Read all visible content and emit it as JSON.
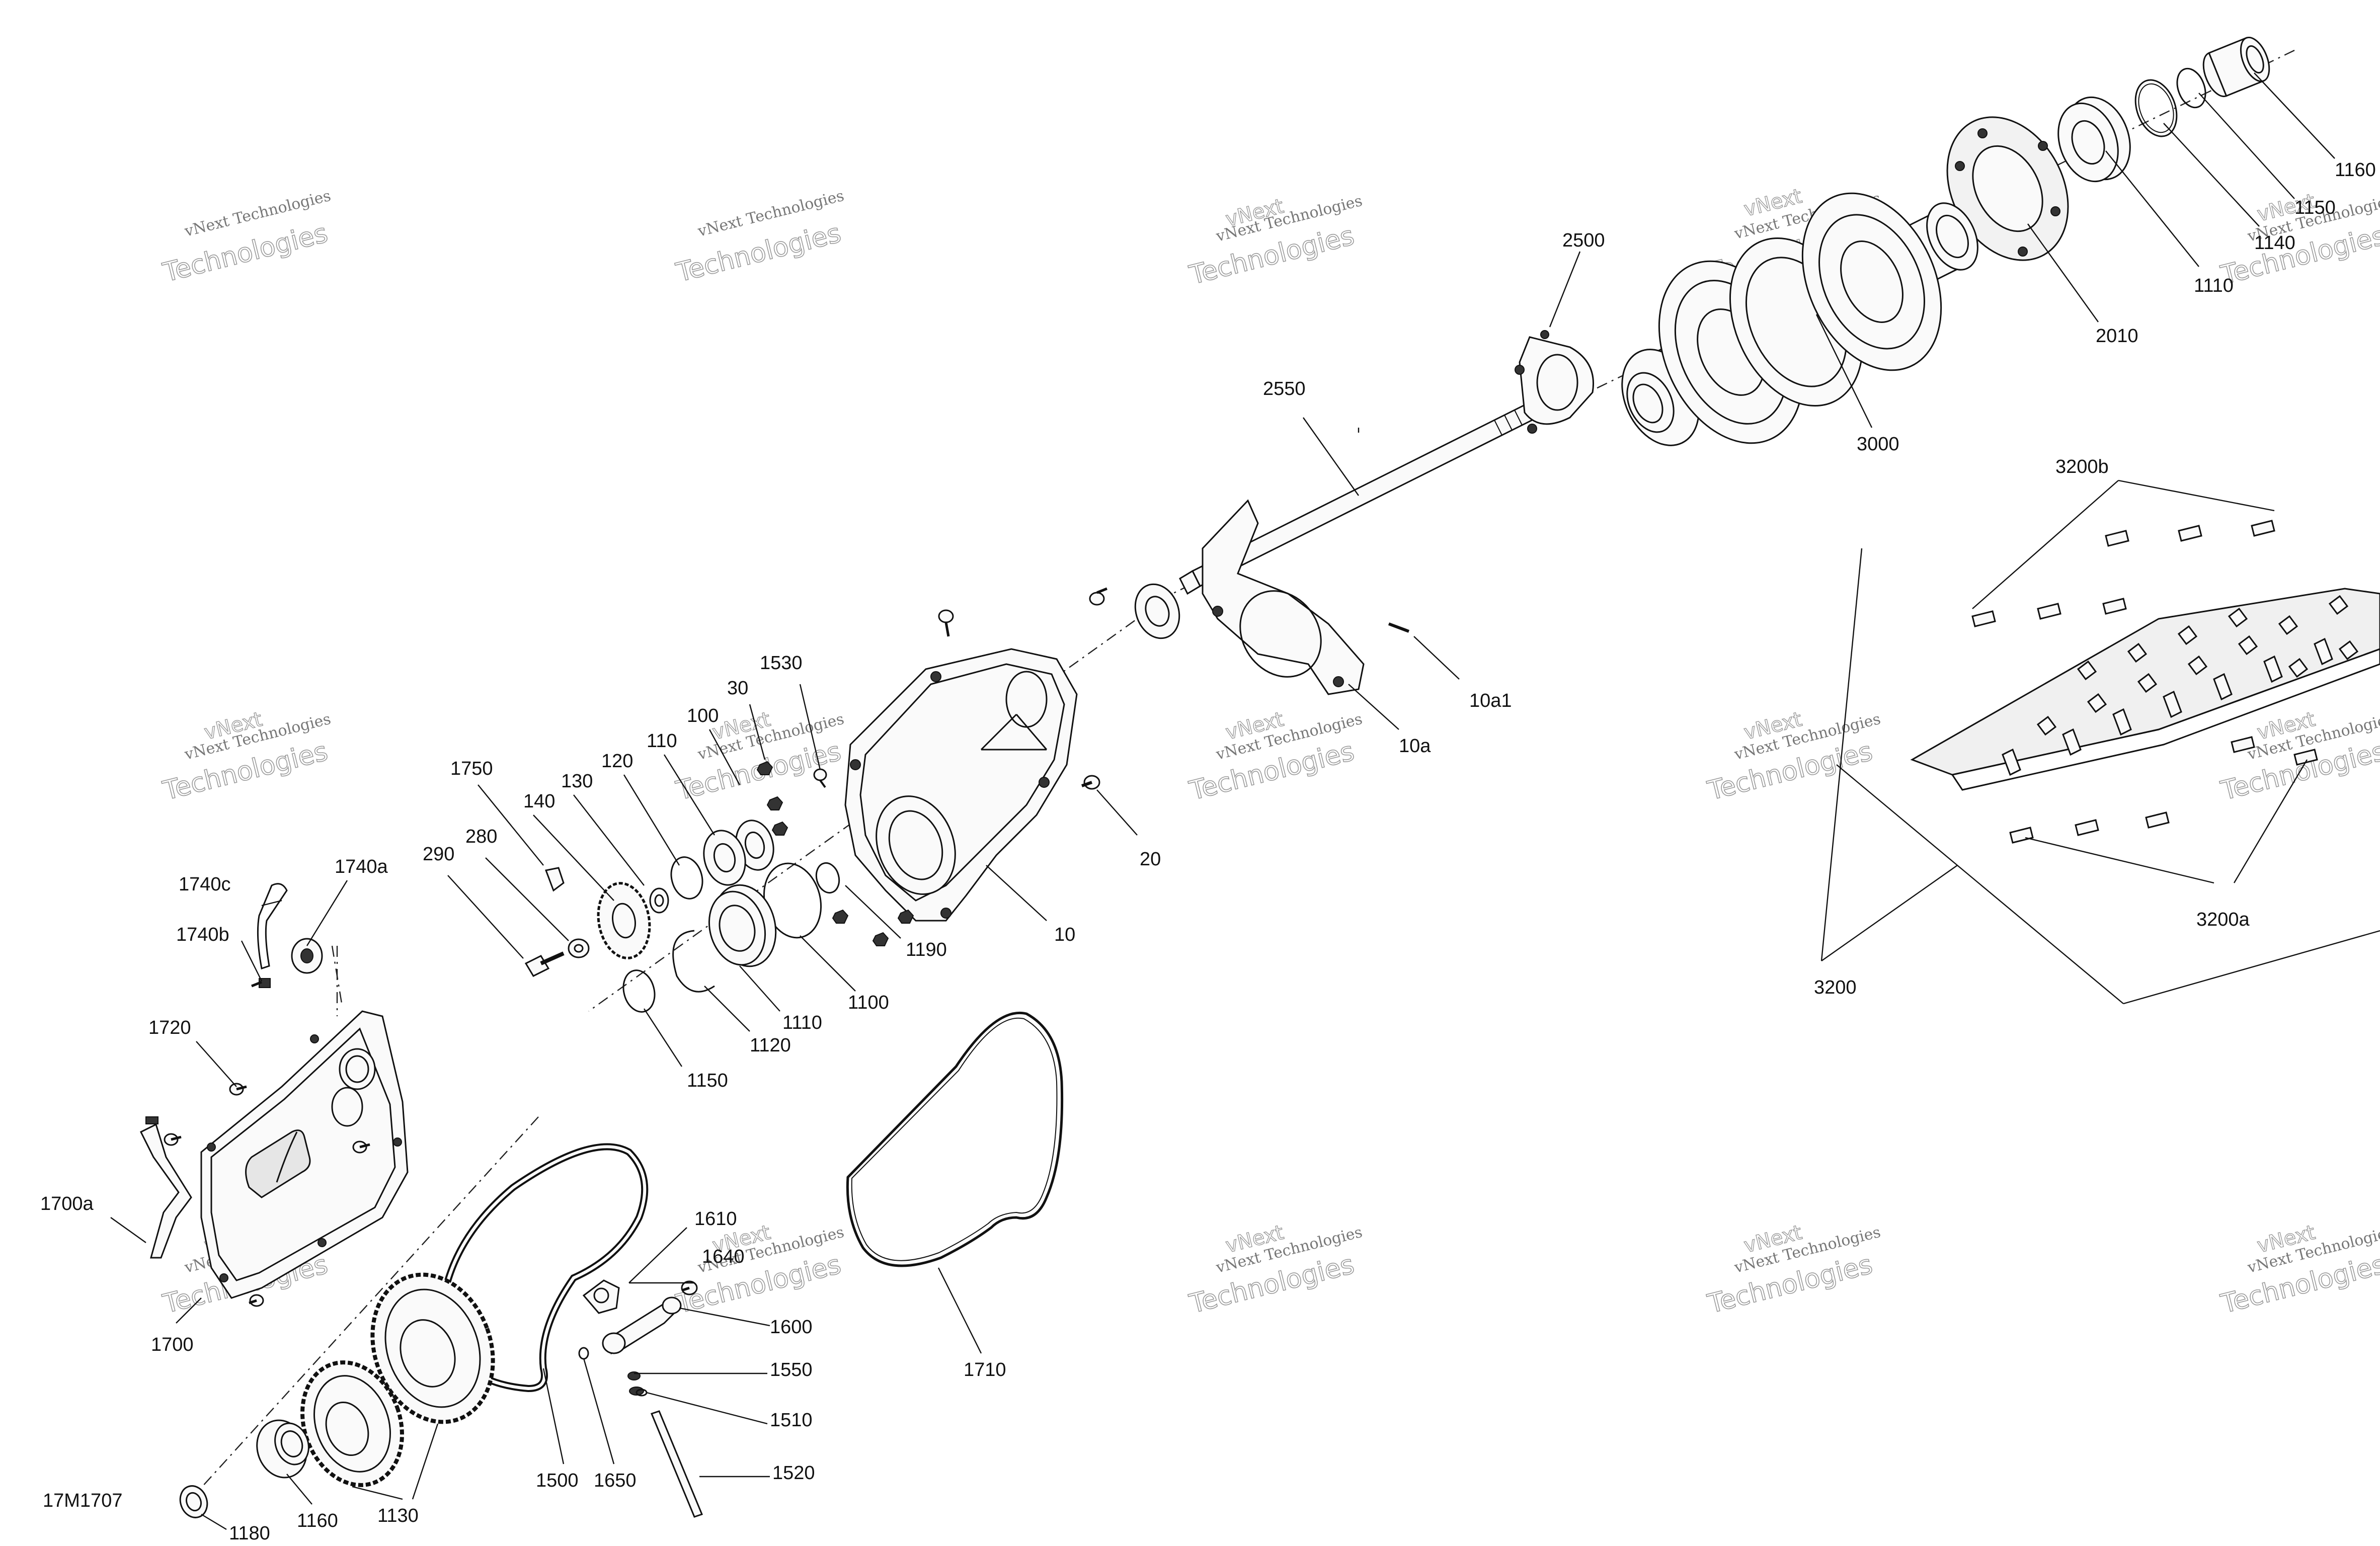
{
  "diagram_code": "17M1707",
  "watermark": {
    "line1": "vNext Technologies",
    "line2": "vNext",
    "line3": "Technologies"
  },
  "callouts": {
    "c1160a": "1160",
    "c1150a": "1150",
    "c1140": "1140",
    "c1110a": "1110",
    "c2010": "2010",
    "c3000": "3000",
    "c2500": "2500",
    "c2550": "2550",
    "c3200b": "3200b",
    "c3200a": "3200a",
    "c3200": "3200",
    "c10a1": "10a1",
    "c10a": "10a",
    "c20": "20",
    "c10": "10",
    "c1530": "1530",
    "c30": "30",
    "c100": "100",
    "c110": "110",
    "c120": "120",
    "c130": "130",
    "c140": "140",
    "c1750": "1750",
    "c280": "280",
    "c290": "290",
    "c1190": "1190",
    "c1100": "1100",
    "c1110b": "1110",
    "c1120": "1120",
    "c1150b": "1150",
    "c1740c": "1740c",
    "c1740a": "1740a",
    "c1740b": "1740b",
    "c1720": "1720",
    "c1700a": "1700a",
    "c1700": "1700",
    "c1610": "1610",
    "c1640": "1640",
    "c1600": "1600",
    "c1550": "1550",
    "c1510": "1510",
    "c1520": "1520",
    "c1500": "1500",
    "c1650": "1650",
    "c1710": "1710",
    "c1130": "1130",
    "c1160b": "1160",
    "c1180": "1180"
  }
}
